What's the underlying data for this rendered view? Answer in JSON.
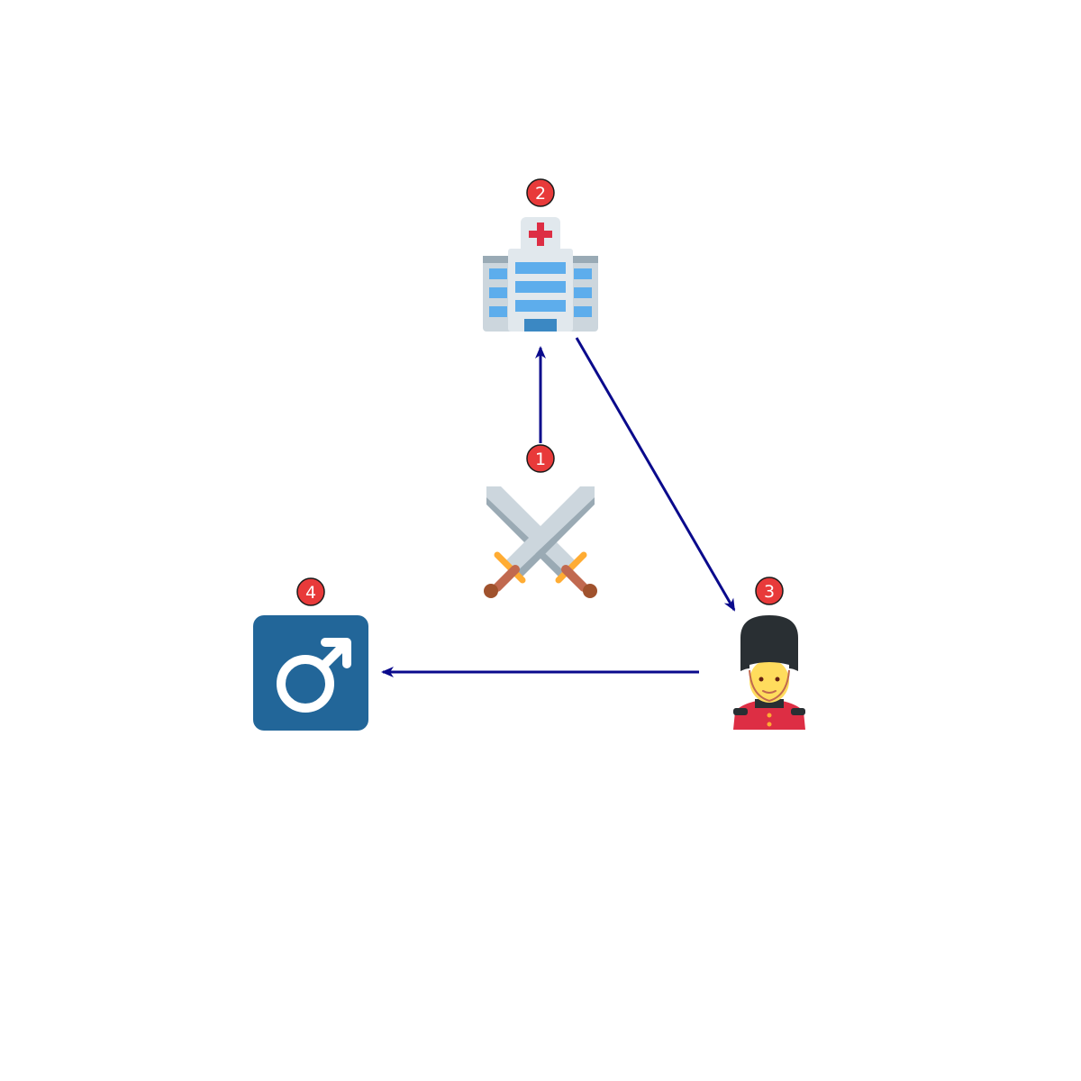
{
  "diagram": {
    "nodes": [
      {
        "id": "1",
        "badge": "1",
        "icon": "crossed-swords-icon"
      },
      {
        "id": "2",
        "badge": "2",
        "icon": "hospital-icon"
      },
      {
        "id": "3",
        "badge": "3",
        "icon": "guard-icon"
      },
      {
        "id": "4",
        "badge": "4",
        "icon": "male-sign-icon"
      }
    ],
    "edges": [
      {
        "from": "1",
        "to": "2"
      },
      {
        "from": "2",
        "to": "3"
      },
      {
        "from": "3",
        "to": "4"
      }
    ]
  },
  "colors": {
    "arrow": "#0a0a8c",
    "badge_fill": "#e83a3a",
    "badge_stroke": "#1a1a1a",
    "male_tile": "#226699",
    "hospital_window": "#5dadec",
    "hospital_door": "#3b88c3",
    "hospital_cross": "#dd2e44",
    "guard_hat": "#292f33",
    "guard_tunic": "#dd2e44",
    "guard_skin": "#ffdc5d",
    "sword_blade": "#ccd6dd",
    "sword_hilt": "#ffac33",
    "sword_grip": "#c1694f"
  }
}
